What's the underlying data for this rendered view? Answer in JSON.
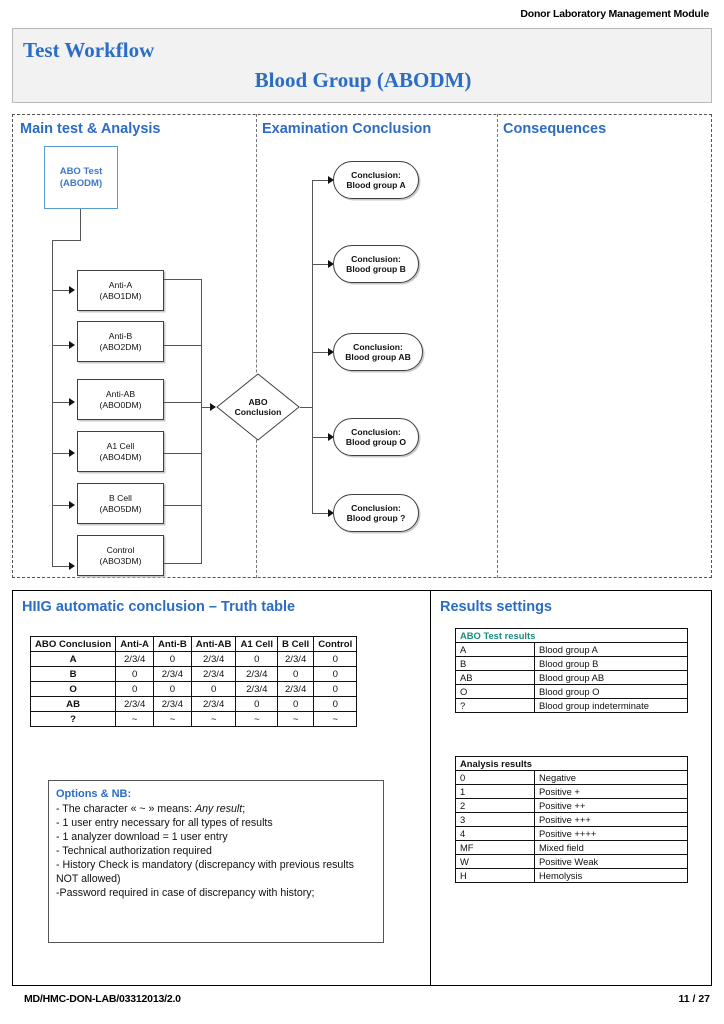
{
  "header": {
    "module_label": "Donor Laboratory Management Module",
    "title": "Test Workflow",
    "subtitle": "Blood Group (ABODM)"
  },
  "columns": {
    "main": "Main test & Analysis",
    "examination": "Examination Conclusion",
    "consequences": "Consequences"
  },
  "flow": {
    "start": {
      "line1": "ABO Test",
      "line2": "(ABODM)"
    },
    "tests": [
      {
        "line1": "Anti-A",
        "line2": "(ABO1DM)"
      },
      {
        "line1": "Anti-B",
        "line2": "(ABO2DM)"
      },
      {
        "line1": "Anti-AB",
        "line2": "(ABO0DM)"
      },
      {
        "line1": "A1 Cell",
        "line2": "(ABO4DM)"
      },
      {
        "line1": "B Cell",
        "line2": "(ABO5DM)"
      },
      {
        "line1": "Control",
        "line2": "(ABO3DM)"
      }
    ],
    "decision": {
      "line1": "ABO",
      "line2": "Conclusion"
    },
    "conclusions": [
      {
        "line1": "Conclusion:",
        "line2": "Blood group A"
      },
      {
        "line1": "Conclusion:",
        "line2": "Blood group B"
      },
      {
        "line1": "Conclusion:",
        "line2": "Blood group AB"
      },
      {
        "line1": "Conclusion:",
        "line2": "Blood group O"
      },
      {
        "line1": "Conclusion:",
        "line2": "Blood group ?"
      }
    ]
  },
  "sections": {
    "truth_table_title": "HIIG automatic conclusion – Truth table",
    "results_settings_title": "Results settings"
  },
  "truth_table": {
    "columns": [
      "ABO Conclusion",
      "Anti-A",
      "Anti-B",
      "Anti-AB",
      "A1 Cell",
      "B Cell",
      "Control"
    ],
    "rows": [
      [
        "A",
        "2/3/4",
        "0",
        "2/3/4",
        "0",
        "2/3/4",
        "0"
      ],
      [
        "B",
        "0",
        "2/3/4",
        "2/3/4",
        "2/3/4",
        "0",
        "0"
      ],
      [
        "O",
        "0",
        "0",
        "0",
        "2/3/4",
        "2/3/4",
        "0"
      ],
      [
        "AB",
        "2/3/4",
        "2/3/4",
        "2/3/4",
        "0",
        "0",
        "0"
      ],
      [
        "?",
        "~",
        "~",
        "~",
        "~",
        "~",
        "~"
      ]
    ]
  },
  "options": {
    "heading": "Options & NB:",
    "lines": [
      "- The character « ~ » means: ",
      "- 1 user entry necessary for all types of results",
      "- 1 analyzer download = 1 user entry",
      "- Technical authorization required",
      "- History Check is mandatory (discrepancy with previous results NOT allowed)",
      "-Password required in case of discrepancy with history;"
    ],
    "italic_phrase": "Any result",
    "italic_tail": ";"
  },
  "abo_test_results": {
    "header": "ABO Test results",
    "header_color": "#1a8d7e",
    "rows": [
      [
        "A",
        "Blood group A"
      ],
      [
        "B",
        "Blood group B"
      ],
      [
        "AB",
        "Blood group AB"
      ],
      [
        "O",
        "Blood group O"
      ],
      [
        "?",
        "Blood group indeterminate"
      ]
    ]
  },
  "analysis_results": {
    "header": "Analysis results",
    "rows": [
      [
        "0",
        "Negative"
      ],
      [
        "1",
        "Positive +"
      ],
      [
        "2",
        "Positive ++"
      ],
      [
        "3",
        "Positive +++"
      ],
      [
        "4",
        "Positive ++++"
      ],
      [
        "MF",
        "Mixed field"
      ],
      [
        "W",
        "Positive Weak"
      ],
      [
        "H",
        "Hemolysis"
      ]
    ]
  },
  "footer": {
    "document_id": "MD/HMC-DON-LAB/03312013/2.0",
    "page": "11 / 27"
  }
}
